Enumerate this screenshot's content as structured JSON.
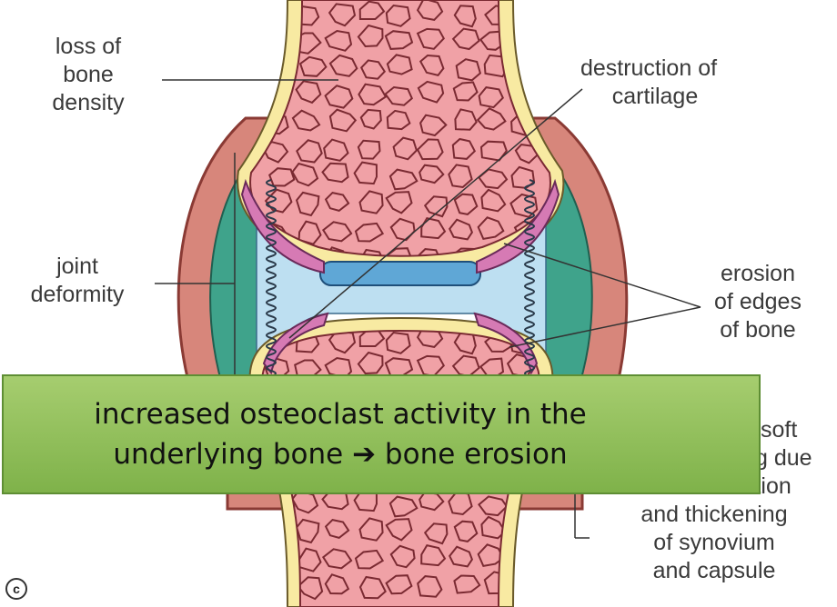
{
  "labels": {
    "bone_density": [
      "loss of",
      "bone",
      "density"
    ],
    "cartilage": [
      "destruction of",
      "cartilage"
    ],
    "joint_deformity": [
      "joint",
      "deformity"
    ],
    "erosion": [
      "erosion",
      "of edges",
      "of bone"
    ],
    "swelling": [
      "soft",
      "g due",
      "to inflammation",
      "and thickening",
      "of synovium",
      "and capsule"
    ]
  },
  "callout": {
    "line1": "increased osteoclast activity in the",
    "line2": "underlying bone ➔ bone erosion"
  },
  "copyright_mark": "c",
  "colors": {
    "bone_fill": "#f0a1a6",
    "bone_cell_stroke": "#7a2a32",
    "cortex": "#f8eaa2",
    "capsule": "#d7867b",
    "synovium": "#3fa38b",
    "synovial_fluid": "#bddff1",
    "cartilage": "#5fa7d6",
    "pannus": "#d67ab4",
    "callout_bg": "#8fc05c"
  }
}
